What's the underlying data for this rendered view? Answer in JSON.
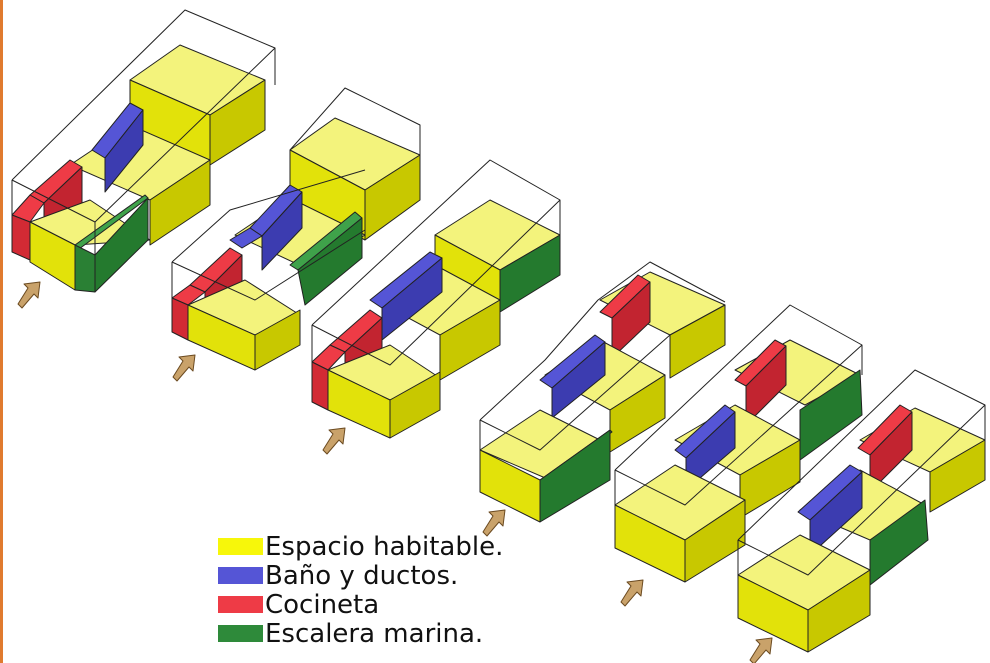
{
  "legend": [
    {
      "label": "Espacio habitable.",
      "color": "#f7f70a"
    },
    {
      "label": "Baño y ductos.",
      "color": "#5555d6"
    },
    {
      "label": "Cocineta",
      "color": "#ee3b46"
    },
    {
      "label": "Escalera marina.",
      "color": "#2e8a3a"
    }
  ],
  "icons": {
    "arrow": "entrance-arrow-icon"
  }
}
